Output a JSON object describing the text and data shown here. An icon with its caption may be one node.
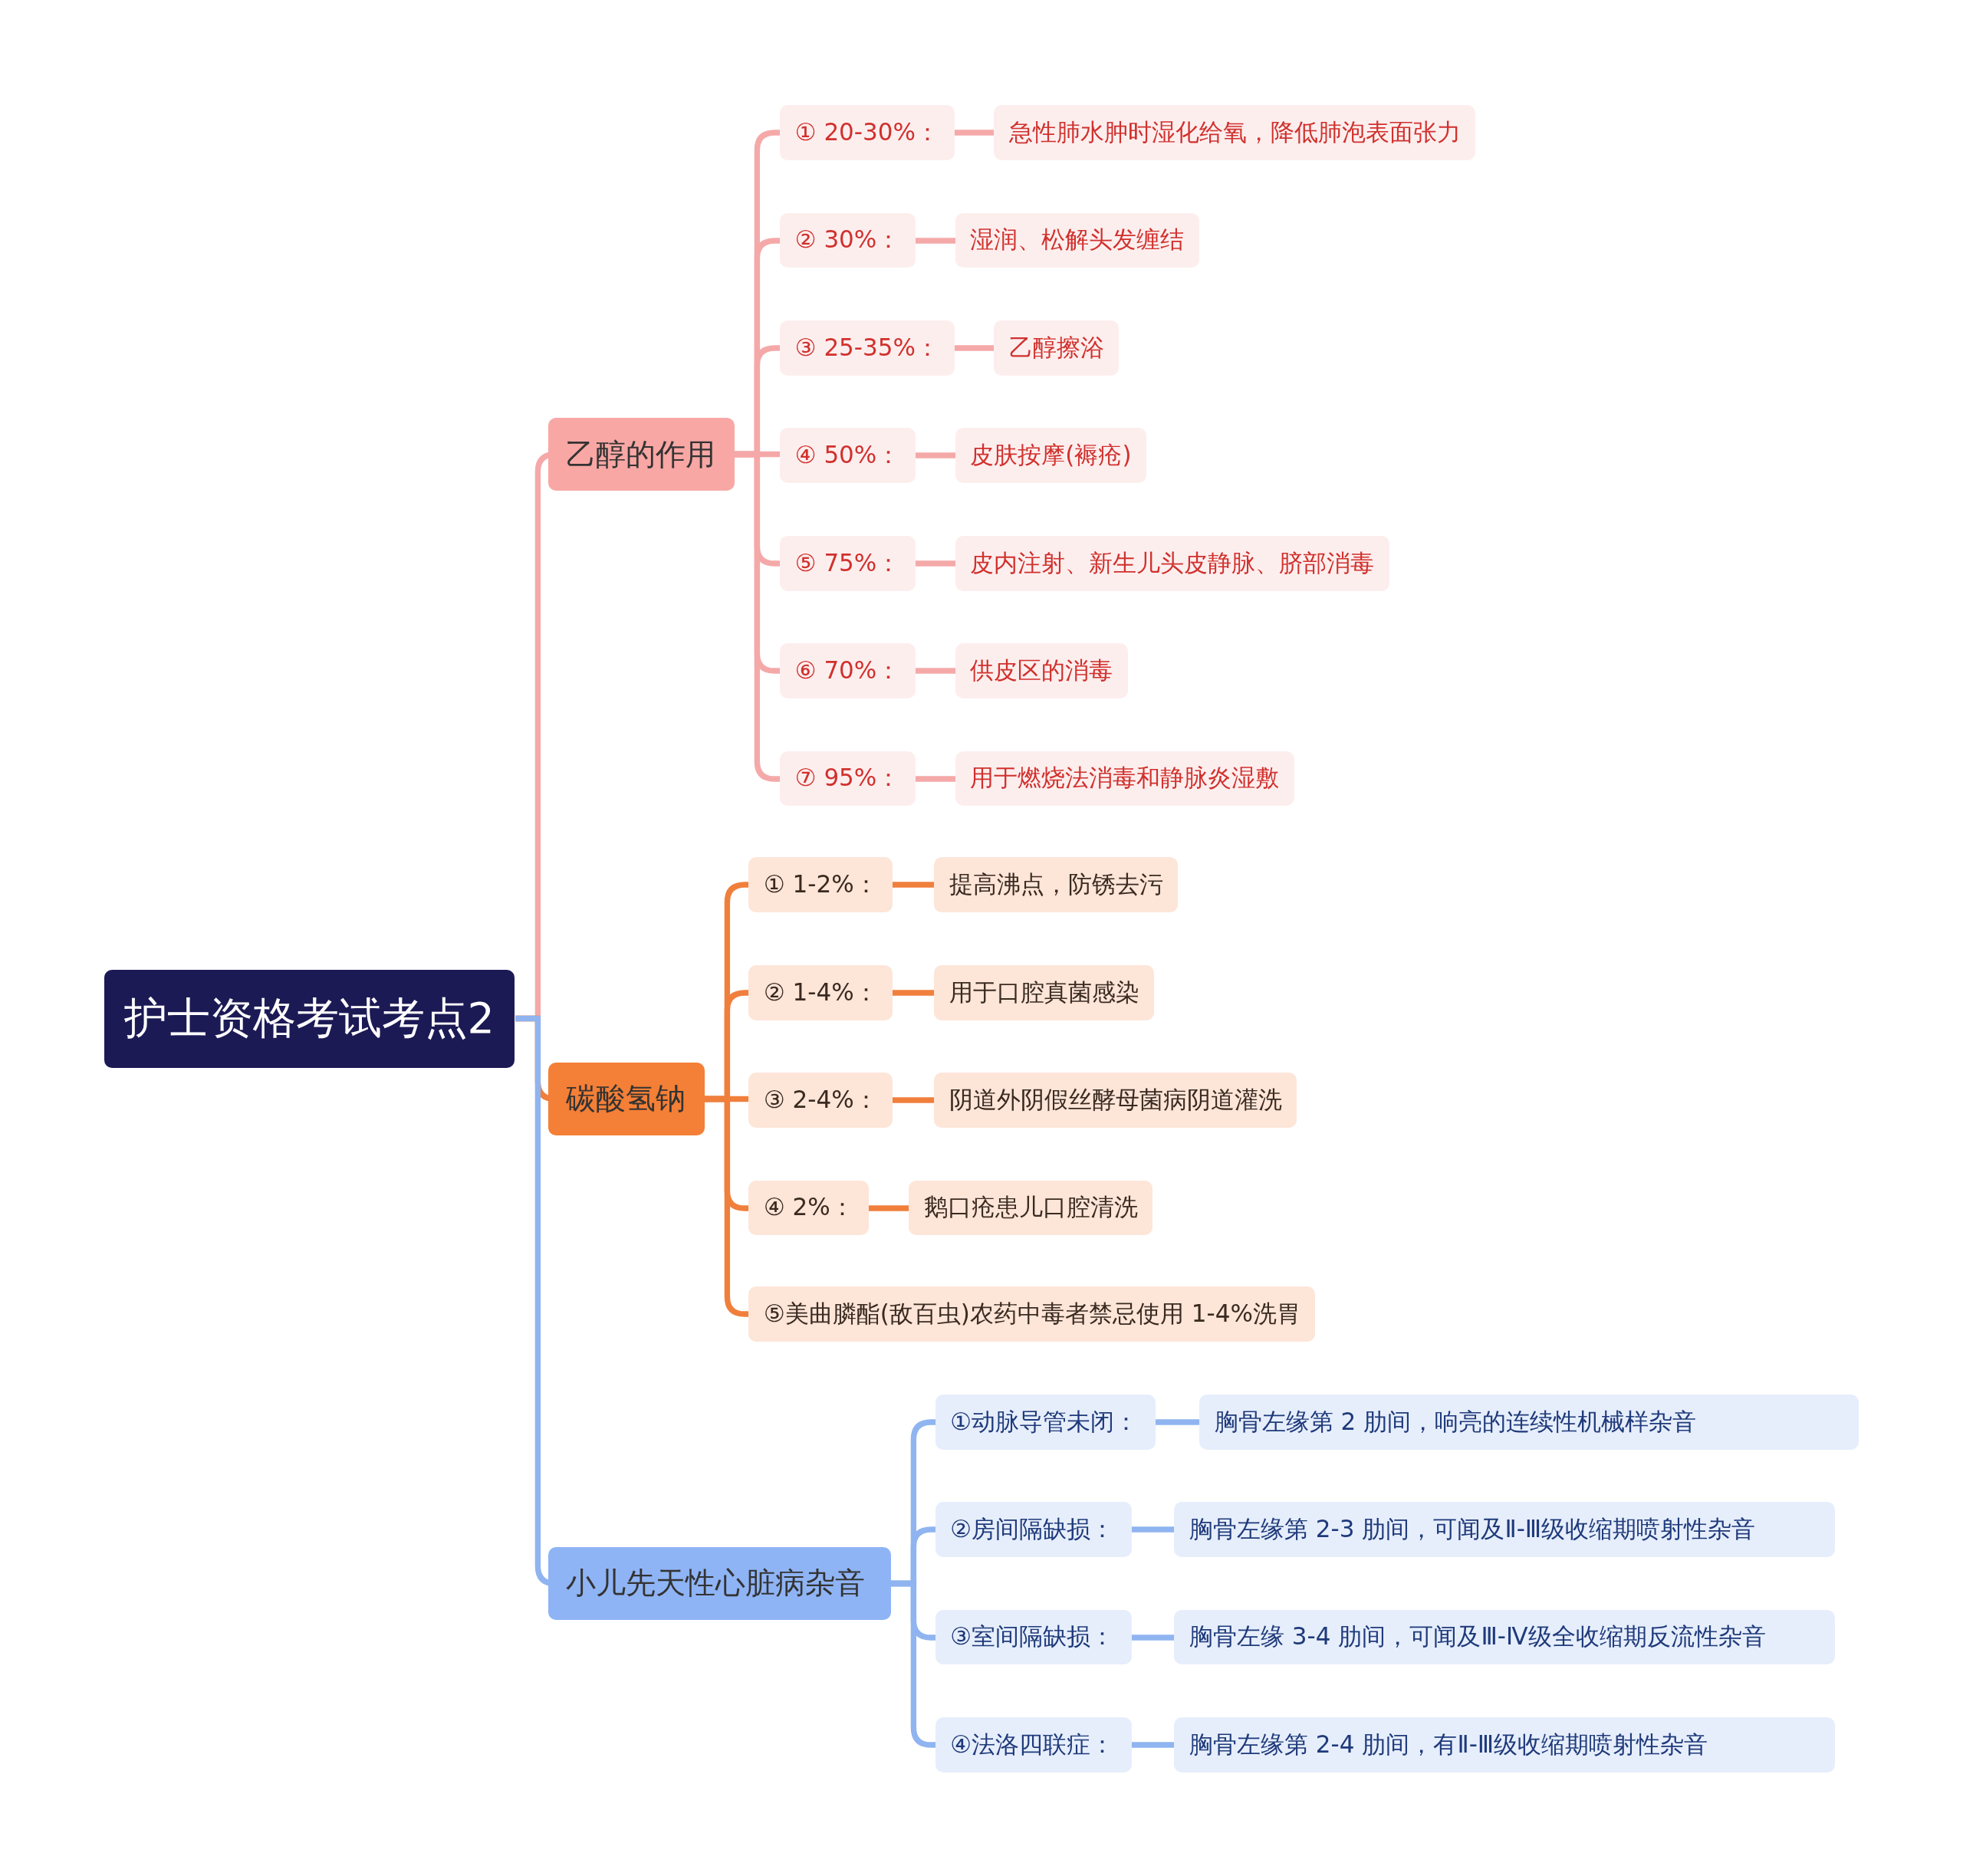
{
  "diagram": {
    "nodes": [
      {
        "text": [
          "护士资格考试考点2"
        ]
      },
      {
        "text": [
          "乙醇的作用"
        ]
      },
      {
        "text": [
          "① 20-30%："
        ]
      },
      {
        "text": [
          "急性肺水肿时湿化给氧，降低肺泡表面张力"
        ]
      },
      {
        "text": [
          "② 30%："
        ]
      },
      {
        "text": [
          "湿润、松解头发缠结"
        ]
      },
      {
        "text": [
          "③ 25-35%："
        ]
      },
      {
        "text": [
          "乙醇擦浴"
        ]
      },
      {
        "text": [
          "④ 50%："
        ]
      },
      {
        "text": [
          "皮肤按摩(褥疮)"
        ]
      },
      {
        "text": [
          "⑤ 75%："
        ]
      },
      {
        "text": [
          "皮内注射、新生儿头皮静脉、脐部消毒"
        ]
      },
      {
        "text": [
          "⑥ 70%："
        ]
      },
      {
        "text": [
          "供皮区的消毒"
        ]
      },
      {
        "text": [
          "⑦ 95%："
        ]
      },
      {
        "text": [
          "用于燃烧法消毒和静脉炎湿敷"
        ]
      },
      {
        "text": [
          "碳酸氢钠"
        ]
      },
      {
        "text": [
          "① 1-2%："
        ]
      },
      {
        "text": [
          "提高沸点，防锈去污"
        ]
      },
      {
        "text": [
          "② 1-4%："
        ]
      },
      {
        "text": [
          "用于口腔真菌感染"
        ]
      },
      {
        "text": [
          "③ 2-4%："
        ]
      },
      {
        "text": [
          "阴道外阴假丝酵母菌病阴道灌洗"
        ]
      },
      {
        "text": [
          "④ 2%："
        ]
      },
      {
        "text": [
          "鹅口疮患儿口腔清洗"
        ]
      },
      {
        "text": [
          "⑤美曲膦酯(敌百虫)农药中毒者禁忌使用 1-4%洗胃"
        ]
      },
      {
        "text": [
          "小儿先天性心脏病杂音"
        ]
      },
      {
        "text": [
          "①动脉导管未闭："
        ]
      },
      {
        "text": [
          "胸骨左缘第 2 肋间，响亮的连续性机械样杂音"
        ]
      },
      {
        "text": [
          "②房间隔缺损："
        ]
      },
      {
        "text": [
          "胸骨左缘第 2-3 肋间，可闻及Ⅱ-Ⅲ级收缩期喷射性杂音"
        ]
      },
      {
        "text": [
          "③室间隔缺损："
        ]
      },
      {
        "text": [
          "胸骨左缘 3-4 肋间，可闻及Ⅲ-Ⅳ级全收缩期反流性杂音"
        ]
      },
      {
        "text": [
          "④法洛四联症："
        ]
      },
      {
        "text": [
          "胸骨左缘第 2-4 肋间，有Ⅱ-Ⅲ级收缩期喷射性杂音"
        ]
      }
    ],
    "edges": [
      {
        "from": 0,
        "to": 1,
        "arrow": "none"
      },
      {
        "from": 0,
        "to": 16,
        "arrow": "none",
        "color": "#f07f3c"
      },
      {
        "from": 0,
        "to": 26,
        "arrow": "none",
        "color": "#8fb4f0"
      },
      {
        "from": 1,
        "to": 2,
        "arrow": "none"
      },
      {
        "from": 2,
        "to": 3,
        "arrow": "none"
      },
      {
        "from": 1,
        "to": 4,
        "arrow": "none"
      },
      {
        "from": 4,
        "to": 5,
        "arrow": "none"
      },
      {
        "from": 1,
        "to": 6,
        "arrow": "none"
      },
      {
        "from": 6,
        "to": 7,
        "arrow": "none"
      },
      {
        "from": 1,
        "to": 8,
        "arrow": "none"
      },
      {
        "from": 8,
        "to": 9,
        "arrow": "none"
      },
      {
        "from": 1,
        "to": 10,
        "arrow": "none"
      },
      {
        "from": 10,
        "to": 11,
        "arrow": "none"
      },
      {
        "from": 1,
        "to": 12,
        "arrow": "none"
      },
      {
        "from": 12,
        "to": 13,
        "arrow": "none"
      },
      {
        "from": 1,
        "to": 14,
        "arrow": "none"
      },
      {
        "from": 14,
        "to": 15,
        "arrow": "none"
      },
      {
        "from": 16,
        "to": 17,
        "arrow": "none",
        "color": "#f07f3c"
      },
      {
        "from": 17,
        "to": 18,
        "arrow": "none",
        "color": "#f07f3c"
      },
      {
        "from": 16,
        "to": 19,
        "arrow": "none",
        "color": "#f07f3c"
      },
      {
        "from": 19,
        "to": 20,
        "arrow": "none",
        "color": "#f07f3c"
      },
      {
        "from": 16,
        "to": 21,
        "arrow": "none",
        "color": "#f07f3c"
      },
      {
        "from": 21,
        "to": 22,
        "arrow": "none",
        "color": "#f07f3c"
      },
      {
        "from": 16,
        "to": 23,
        "arrow": "none",
        "color": "#f07f3c"
      },
      {
        "from": 23,
        "to": 24,
        "arrow": "none",
        "color": "#f07f3c"
      },
      {
        "from": 16,
        "to": 25,
        "arrow": "none",
        "color": "#f07f3c"
      },
      {
        "from": 26,
        "to": 27,
        "arrow": "none",
        "color": "#8fb4f0"
      },
      {
        "from": 27,
        "to": 28,
        "arrow": "none",
        "color": "#8fb4f0"
      },
      {
        "from": 26,
        "to": 29,
        "arrow": "none",
        "color": "#8fb4f0"
      },
      {
        "from": 29,
        "to": 30,
        "arrow": "none",
        "color": "#8fb4f0"
      },
      {
        "from": 26,
        "to": 31,
        "arrow": "none",
        "color": "#8fb4f0"
      },
      {
        "from": 31,
        "to": 32,
        "arrow": "none",
        "color": "#8fb4f0"
      },
      {
        "from": 26,
        "to": 33,
        "arrow": "none",
        "color": "#8fb4f0"
      },
      {
        "from": 33,
        "to": 34,
        "arrow": "none",
        "color": "#8fb4f0"
      }
    ]
  }
}
